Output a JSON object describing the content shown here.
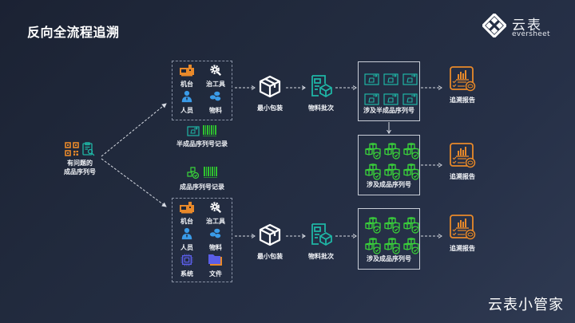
{
  "title": "反向全流程追溯",
  "brand": {
    "logo_text": "云表",
    "logo_sub": "eversheet",
    "footer": "云表小管家"
  },
  "colors": {
    "orange": "#e8892a",
    "teal": "#1fb5a5",
    "green": "#3ad43a",
    "blue": "#3a9be8",
    "purple": "#5b5ee8",
    "line": "#c9ced8"
  },
  "source": {
    "label_line1": "有问题的",
    "label_line2": "成品序列号",
    "icons": [
      "qr-code-icon",
      "clipboard-search-icon"
    ]
  },
  "top_factors": {
    "items": [
      {
        "label": "机台",
        "icon": "machine-icon"
      },
      {
        "label": "治工具",
        "icon": "gear-tool-icon"
      },
      {
        "label": "人员",
        "icon": "person-icon"
      },
      {
        "label": "物料",
        "icon": "materials-icon"
      }
    ]
  },
  "bottom_factors": {
    "items": [
      {
        "label": "机台",
        "icon": "machine-icon"
      },
      {
        "label": "治工具",
        "icon": "gear-tool-icon"
      },
      {
        "label": "人员",
        "icon": "person-icon"
      },
      {
        "label": "物料",
        "icon": "materials-icon"
      },
      {
        "label": "系统",
        "icon": "chip-icon"
      },
      {
        "label": "文件",
        "icon": "folder-icon"
      }
    ]
  },
  "records": {
    "semi": "半成品序列号记录",
    "finished": "成品序列号记录"
  },
  "flow": {
    "min_pack": "最小包装",
    "material_batch": "物料批次",
    "semi_serials": "涉及半成品序列号",
    "finished_serials": "涉及成品序列号",
    "report": "追溯报告"
  }
}
